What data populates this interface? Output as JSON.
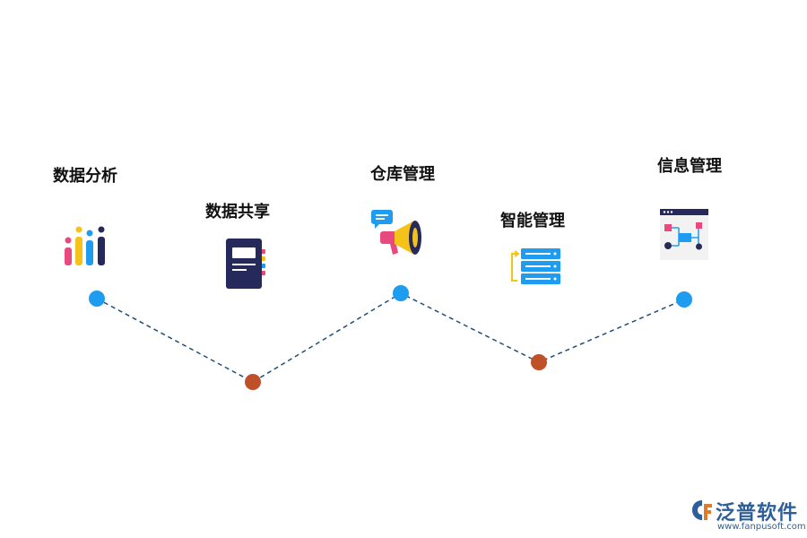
{
  "nodes": [
    {
      "id": "data-analysis",
      "label": "数据分析"
    },
    {
      "id": "data-sharing",
      "label": "数据共享"
    },
    {
      "id": "warehouse-management",
      "label": "仓库管理"
    },
    {
      "id": "smart-management",
      "label": "智能管理"
    },
    {
      "id": "information-management",
      "label": "信息管理"
    }
  ],
  "colors": {
    "top_point": "#1e9cf0",
    "bottom_point": "#c0502a",
    "dashed_line": "#1f4e79",
    "text": "#111111",
    "logo": "#2f5f98"
  },
  "icons": [
    "bar-chart-icon",
    "notebook-icon",
    "megaphone-icon",
    "server-rack-icon",
    "flowchart-window-icon"
  ],
  "logo": {
    "name": "泛普软件",
    "url": "www.fanpusoft.com"
  }
}
